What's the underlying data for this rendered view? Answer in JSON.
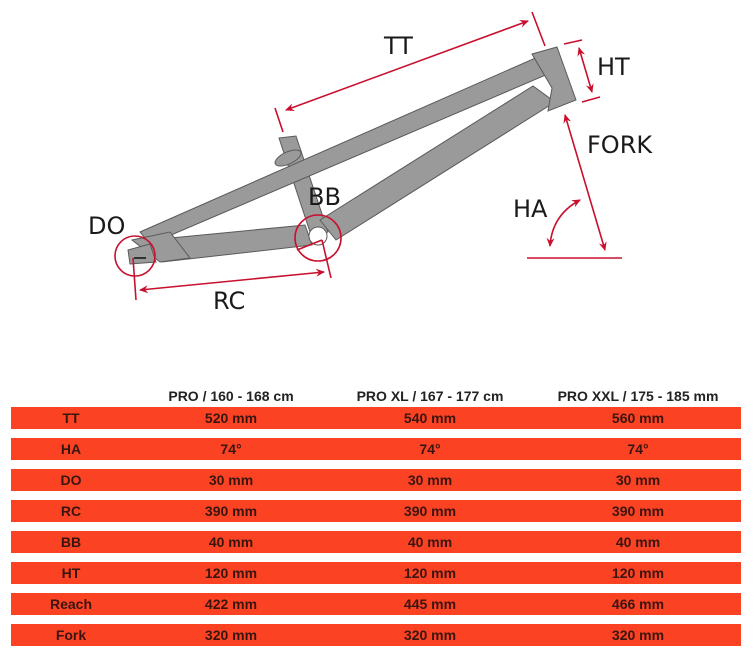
{
  "diagram": {
    "labels": {
      "tt": "TT",
      "ht": "HT",
      "fork": "FORK",
      "ha": "HA",
      "bb": "BB",
      "do": "DO",
      "rc": "RC"
    },
    "colors": {
      "frame": "#9a9a9a",
      "frame_outline": "#5a5a5a",
      "dimension": "#c8102e",
      "text": "#1a1a1a"
    }
  },
  "table": {
    "columns": [
      "",
      "PRO / 160 - 168 cm",
      "PRO XL / 167 - 177 cm",
      "PRO XXL / 175 - 185 mm"
    ],
    "rows": [
      {
        "label": "TT",
        "values": [
          "520 mm",
          "540 mm",
          "560 mm"
        ]
      },
      {
        "label": "HA",
        "values": [
          "74°",
          "74°",
          "74°"
        ]
      },
      {
        "label": "DO",
        "values": [
          "30 mm",
          "30 mm",
          "30 mm"
        ]
      },
      {
        "label": "RC",
        "values": [
          "390 mm",
          "390 mm",
          "390 mm"
        ]
      },
      {
        "label": "BB",
        "values": [
          "40 mm",
          "40 mm",
          "40 mm"
        ]
      },
      {
        "label": "HT",
        "values": [
          "120 mm",
          "120 mm",
          "120 mm"
        ]
      },
      {
        "label": "Reach",
        "values": [
          "422 mm",
          "445 mm",
          "466 mm"
        ]
      },
      {
        "label": "Fork",
        "values": [
          "320 mm",
          "320 mm",
          "320 mm"
        ]
      }
    ],
    "colors": {
      "row_bg": "#fb4324",
      "row_text": "#3a1510",
      "header_text": "#222222"
    }
  }
}
